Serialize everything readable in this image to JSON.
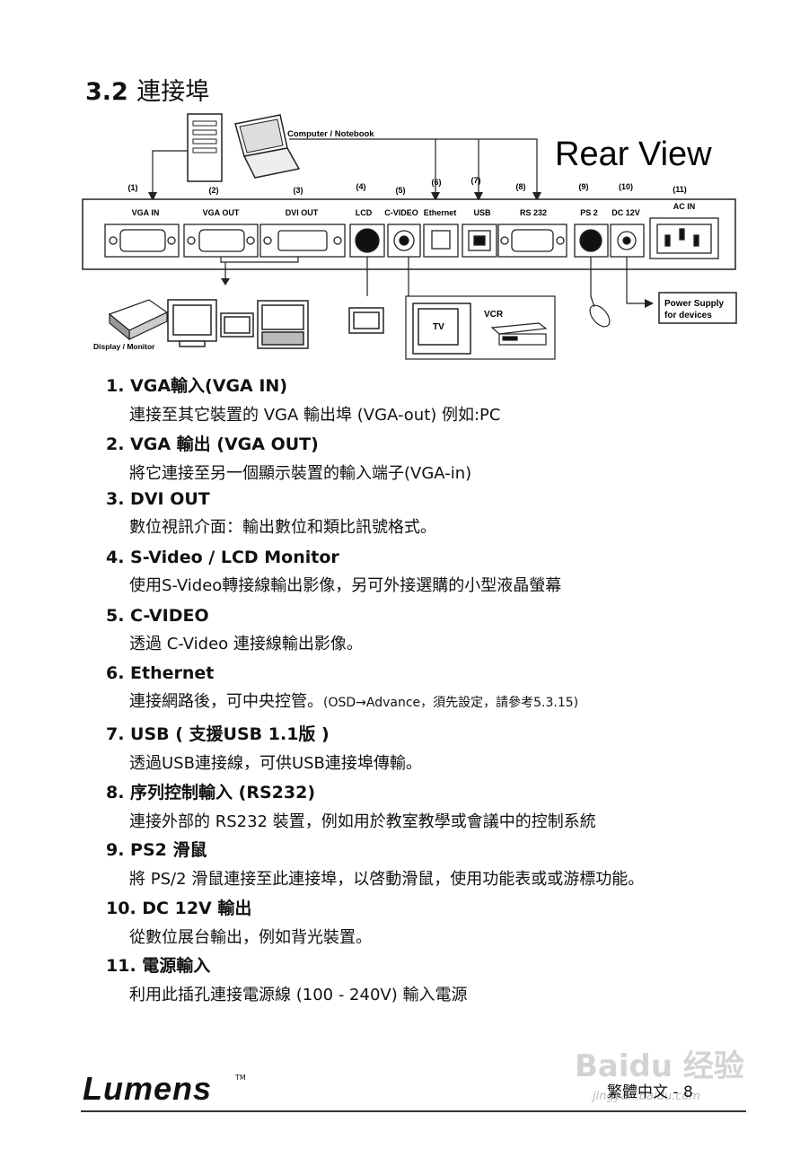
{
  "section_title": {
    "num": "3.2",
    "text": "連接埠"
  },
  "diagram": {
    "rear_view": "Rear View",
    "computer_label": "Computer / Notebook",
    "display_label": "Display / Monitor",
    "tv_label": "TV",
    "vcr_label": "VCR",
    "power_label_1": "Power Supply",
    "power_label_2": "for devices",
    "ports": [
      {
        "num": "(1)",
        "name": "VGA  IN"
      },
      {
        "num": "(2)",
        "name": "VGA  OUT"
      },
      {
        "num": "(3)",
        "name": "DVI  OUT"
      },
      {
        "num": "(4)",
        "name": "LCD"
      },
      {
        "num": "(5)",
        "name": "C-VIDEO"
      },
      {
        "num": "(6)",
        "name": "Ethernet"
      },
      {
        "num": "(7)",
        "name": "USB"
      },
      {
        "num": "(8)",
        "name": "RS 232"
      },
      {
        "num": "(9)",
        "name": "PS 2"
      },
      {
        "num": "(10)",
        "name": "DC 12V"
      },
      {
        "num": "(11)",
        "name": "AC  IN"
      }
    ]
  },
  "items": [
    {
      "heading": "1. VGA輸入(VGA IN)",
      "desc": "連接至其它裝置的  VGA  輸出埠  (VGA-out)  例如:PC"
    },
    {
      "heading": "2. VGA  輸出  (VGA OUT)",
      "desc": "將它連接至另一個顯示裝置的輸入端子(VGA-in)"
    },
    {
      "heading": "3. DVI OUT",
      "desc": "數位視訊介面：輸出數位和類比訊號格式。"
    },
    {
      "heading": "4. S-Video / LCD Monitor",
      "desc": "使用S-Video轉接線輸出影像，另可外接選購的小型液晶螢幕"
    },
    {
      "heading": "5. C-VIDEO",
      "desc": "透過  C-Video  連接線輸出影像。"
    },
    {
      "heading": "6. Ethernet",
      "desc": "連接網路後，可中央控管。",
      "desc_small": "(OSD→Advance，須先設定，請參考5.3.15)"
    },
    {
      "heading": "7. USB (  支援USB 1.1版  )",
      "desc": "透過USB連接線，可供USB連接埠傳輸。"
    },
    {
      "heading": "8. 序列控制輸入  (RS232)",
      "desc": "連接外部的  RS232  裝置，例如用於教室教學或會議中的控制系統"
    },
    {
      "heading": "9. PS2  滑鼠",
      "desc": "將  PS/2  滑鼠連接至此連接埠，以啓動滑鼠，使用功能表或或游標功能。"
    },
    {
      "heading": "10. DC 12V  輸出",
      "desc": "從數位展台輸出，例如背光裝置。"
    },
    {
      "heading": "11. 電源輸入",
      "desc": "利用此插孔連接電源線  (100 - 240V)  輸入電源"
    }
  ],
  "footer": {
    "logo": "Lumens",
    "tm": "TM",
    "page": "繁體中文  - 8",
    "watermark": "Baidu 经验",
    "watermark_url": "jingyan.baidu.com"
  }
}
